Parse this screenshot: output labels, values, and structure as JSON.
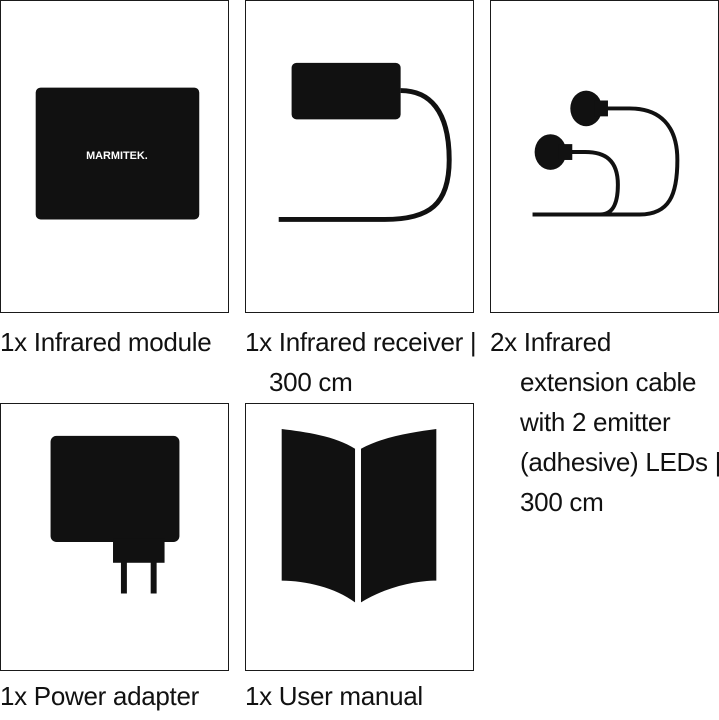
{
  "items": [
    {
      "id": "module",
      "caption": [
        "1x Infrared module"
      ],
      "logo_text": "MARMITEK."
    },
    {
      "id": "receiver",
      "caption": [
        "1x Infrared receiver |",
        "300 cm"
      ]
    },
    {
      "id": "cable",
      "caption": [
        "2x Infrared",
        "extension cable",
        "with 2 emitter",
        "(adhesive) LEDs |",
        "300 cm"
      ]
    },
    {
      "id": "adapter",
      "caption": [
        "1x Power adapter"
      ]
    },
    {
      "id": "manual",
      "caption": [
        "1x User manual"
      ]
    }
  ],
  "icons": [
    "infrared-module-icon",
    "infrared-receiver-icon",
    "extension-cable-icon",
    "power-adapter-icon",
    "user-manual-icon"
  ],
  "colors": {
    "ink": "#111111",
    "background": "#ffffff"
  }
}
